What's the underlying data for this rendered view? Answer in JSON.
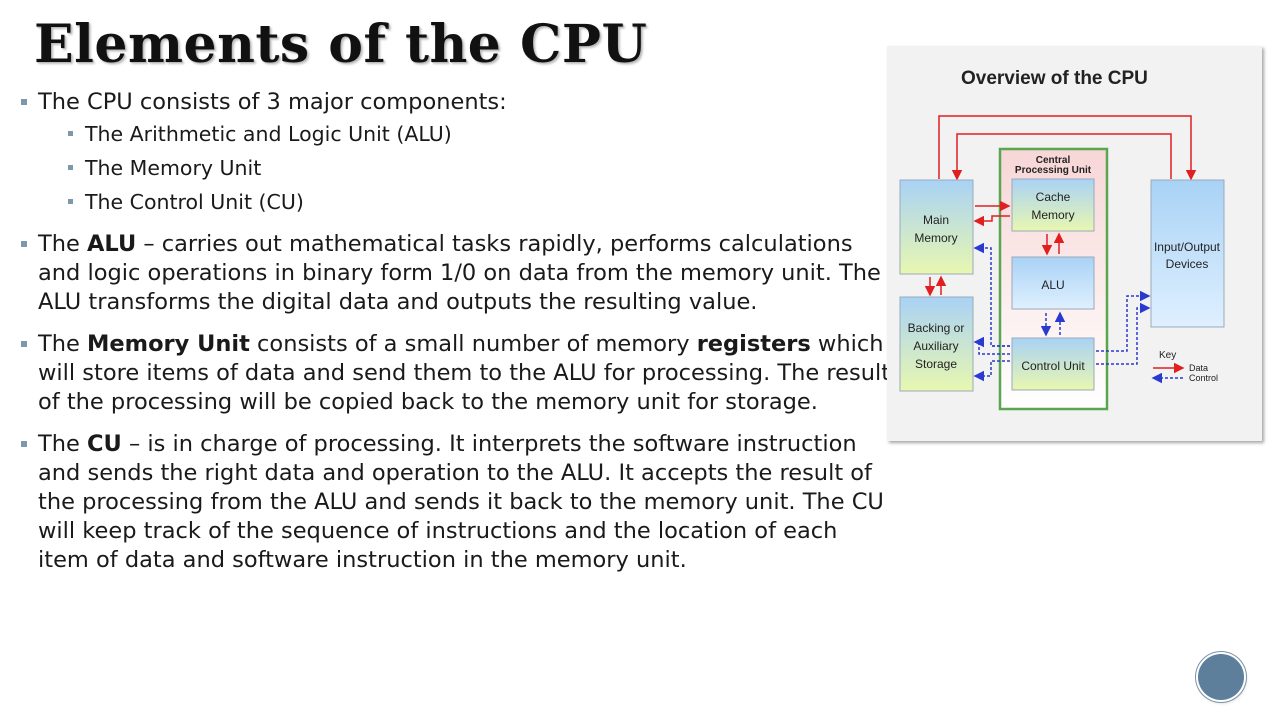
{
  "slide": {
    "title": "Elements of the CPU",
    "intro": "The CPU consists of 3 major components:",
    "components": [
      "The Arithmetic and Logic Unit (ALU)",
      "The Memory Unit",
      "The Control Unit (CU)"
    ],
    "alu": {
      "pre": "The ",
      "term": "ALU",
      "text": " – carries out mathematical tasks rapidly, performs calculations and logic operations in binary form 1/0 on data from the memory unit. The ALU transforms the digital data and outputs the resulting value."
    },
    "memory": {
      "pre": "The ",
      "term": "Memory Unit",
      "mid": " consists of a small number of memory ",
      "term2": "registers",
      "text": " which will store items of data and send them to the ALU for processing. The result of the processing will be copied back to the memory unit for storage."
    },
    "cu": {
      "pre": "The ",
      "term": "CU",
      "text": " – is in charge of processing. It interprets the software instruction and sends the right data and operation to the ALU. It accepts the result of the processing from the ALU and sends it back to the memory unit. The CU will keep track of the sequence of instructions and the location of each item of data and software instruction in the memory unit."
    }
  },
  "diagram": {
    "title": "Overview of the CPU",
    "cpu_label_1": "Central",
    "cpu_label_2": "Processing Unit",
    "main_memory_1": "Main",
    "main_memory_2": "Memory",
    "cache_1": "Cache",
    "cache_2": "Memory",
    "alu": "ALU",
    "control_unit": "Control Unit",
    "io_1": "Input/Output",
    "io_2": "Devices",
    "backing_1": "Backing or",
    "backing_2": "Auxiliary",
    "backing_3": "Storage",
    "key": "Key",
    "key_data": "Data",
    "key_control": "Control"
  },
  "colors": {
    "bullet": "#7d98ad",
    "data_arrow": "#e02020",
    "control_arrow": "#2a3ad0",
    "cpu_border": "#5aa650",
    "nav_button": "#5d7f9c"
  }
}
